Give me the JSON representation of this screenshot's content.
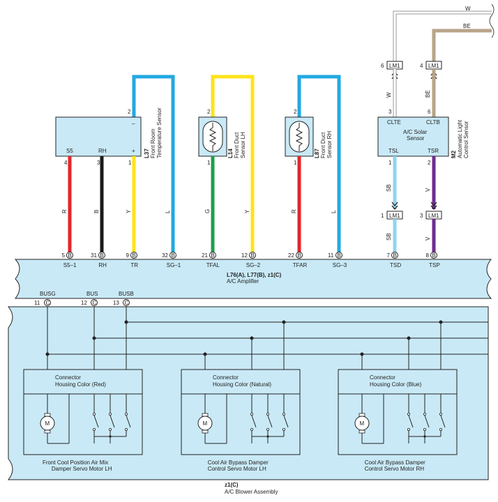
{
  "colors": {
    "body_fill": "#c9e9f6",
    "wire_red": "#e3262b",
    "wire_black": "#1a1a1a",
    "wire_yellow": "#ffe31a",
    "wire_blue": "#22a9e2",
    "wire_green": "#1ca04a",
    "wire_lightblue": "#8fd4ef",
    "wire_violet": "#6f2c91",
    "wire_beige": "#b8a48a",
    "wire_white": "#9a9a9a"
  },
  "top_right": {
    "w_label": "W",
    "be_label": "BE"
  },
  "lm1": {
    "label": "LM1",
    "pins": [
      "6",
      "4",
      "1",
      "3"
    ]
  },
  "m2_wires": {
    "w": "W",
    "be": "BE",
    "sb_top": "SB",
    "v_top": "V",
    "sb_bot": "SB",
    "v_bot": "V"
  },
  "l37": {
    "code": "L37",
    "name_line1": "Front Room",
    "name_line2": "Temperature Sensor",
    "pin_top": "2",
    "minus": "–",
    "plus": "+",
    "t_s5": "S5",
    "t_rh": "RH",
    "pin_4": "4",
    "pin_3": "3",
    "pin_1": "1",
    "wire_r": "R",
    "wire_b": "B",
    "wire_y": "Y",
    "wire_l": "L"
  },
  "l14": {
    "code": "L14",
    "name_line1": "Front Duct",
    "name_line2": "Sensor LH",
    "pin_top": "2",
    "pin_bot": "1",
    "wire_g": "G",
    "wire_y": "Y"
  },
  "l87": {
    "code": "L87",
    "name_line1": "Front Duct",
    "name_line2": "Sensor RH",
    "pin_top": "2",
    "pin_bot": "1",
    "wire_r": "R",
    "wire_l": "L"
  },
  "m2": {
    "code": "M2",
    "name_line1": "Automatic Light",
    "name_line2": "Control Sensor",
    "pin_3": "3",
    "pin_6": "6",
    "pin_1": "1",
    "pin_2": "2",
    "t_clte": "CLTE",
    "t_cltb": "CLTB",
    "t_tsl": "TSL",
    "t_tsr": "TSR",
    "inner_line1": "A/C Solar",
    "inner_line2": "Sensor"
  },
  "amplifier": {
    "code": "L76(A), L77(B), z1(C)",
    "name": "A/C Amplifier",
    "terminals": [
      {
        "pin": "5",
        "conn": "B",
        "name": "S5–1"
      },
      {
        "pin": "31",
        "conn": "B",
        "name": "RH"
      },
      {
        "pin": "9",
        "conn": "B",
        "name": "TR"
      },
      {
        "pin": "32",
        "conn": "B",
        "name": "SG–1"
      },
      {
        "pin": "21",
        "conn": "B",
        "name": "TFAL"
      },
      {
        "pin": "12",
        "conn": "B",
        "name": "SG–2"
      },
      {
        "pin": "22",
        "conn": "B",
        "name": "TFAR"
      },
      {
        "pin": "11",
        "conn": "B",
        "name": "SG–3"
      },
      {
        "pin": "7",
        "conn": "B",
        "name": "TSD"
      },
      {
        "pin": "8",
        "conn": "B",
        "name": "TSP"
      }
    ],
    "bottom_terminals": [
      {
        "pin": "11",
        "conn": "C",
        "name": "BUSG"
      },
      {
        "pin": "12",
        "conn": "C",
        "name": "BUS"
      },
      {
        "pin": "13",
        "conn": "C",
        "name": "BUSB"
      }
    ]
  },
  "blower": {
    "code": "z1(C)",
    "name": "A/C Blower Assembly",
    "motors": [
      {
        "conn_line1": "Connector",
        "conn_line2": "Housing Color (Red)",
        "name_line1": "Front Cool Position Air Mix",
        "name_line2": "Damper Servo Motor LH",
        "m": "M"
      },
      {
        "conn_line1": "Connector",
        "conn_line2": "Housing Color (Natural)",
        "name_line1": "Cool Air Bypass Damper",
        "name_line2": "Control Servo Motor LH",
        "m": "M"
      },
      {
        "conn_line1": "Connector",
        "conn_line2": "Housing Color (Blue)",
        "name_line1": "Cool Air Bypass Damper",
        "name_line2": "Control Servo Motor RH",
        "m": "M"
      }
    ]
  }
}
